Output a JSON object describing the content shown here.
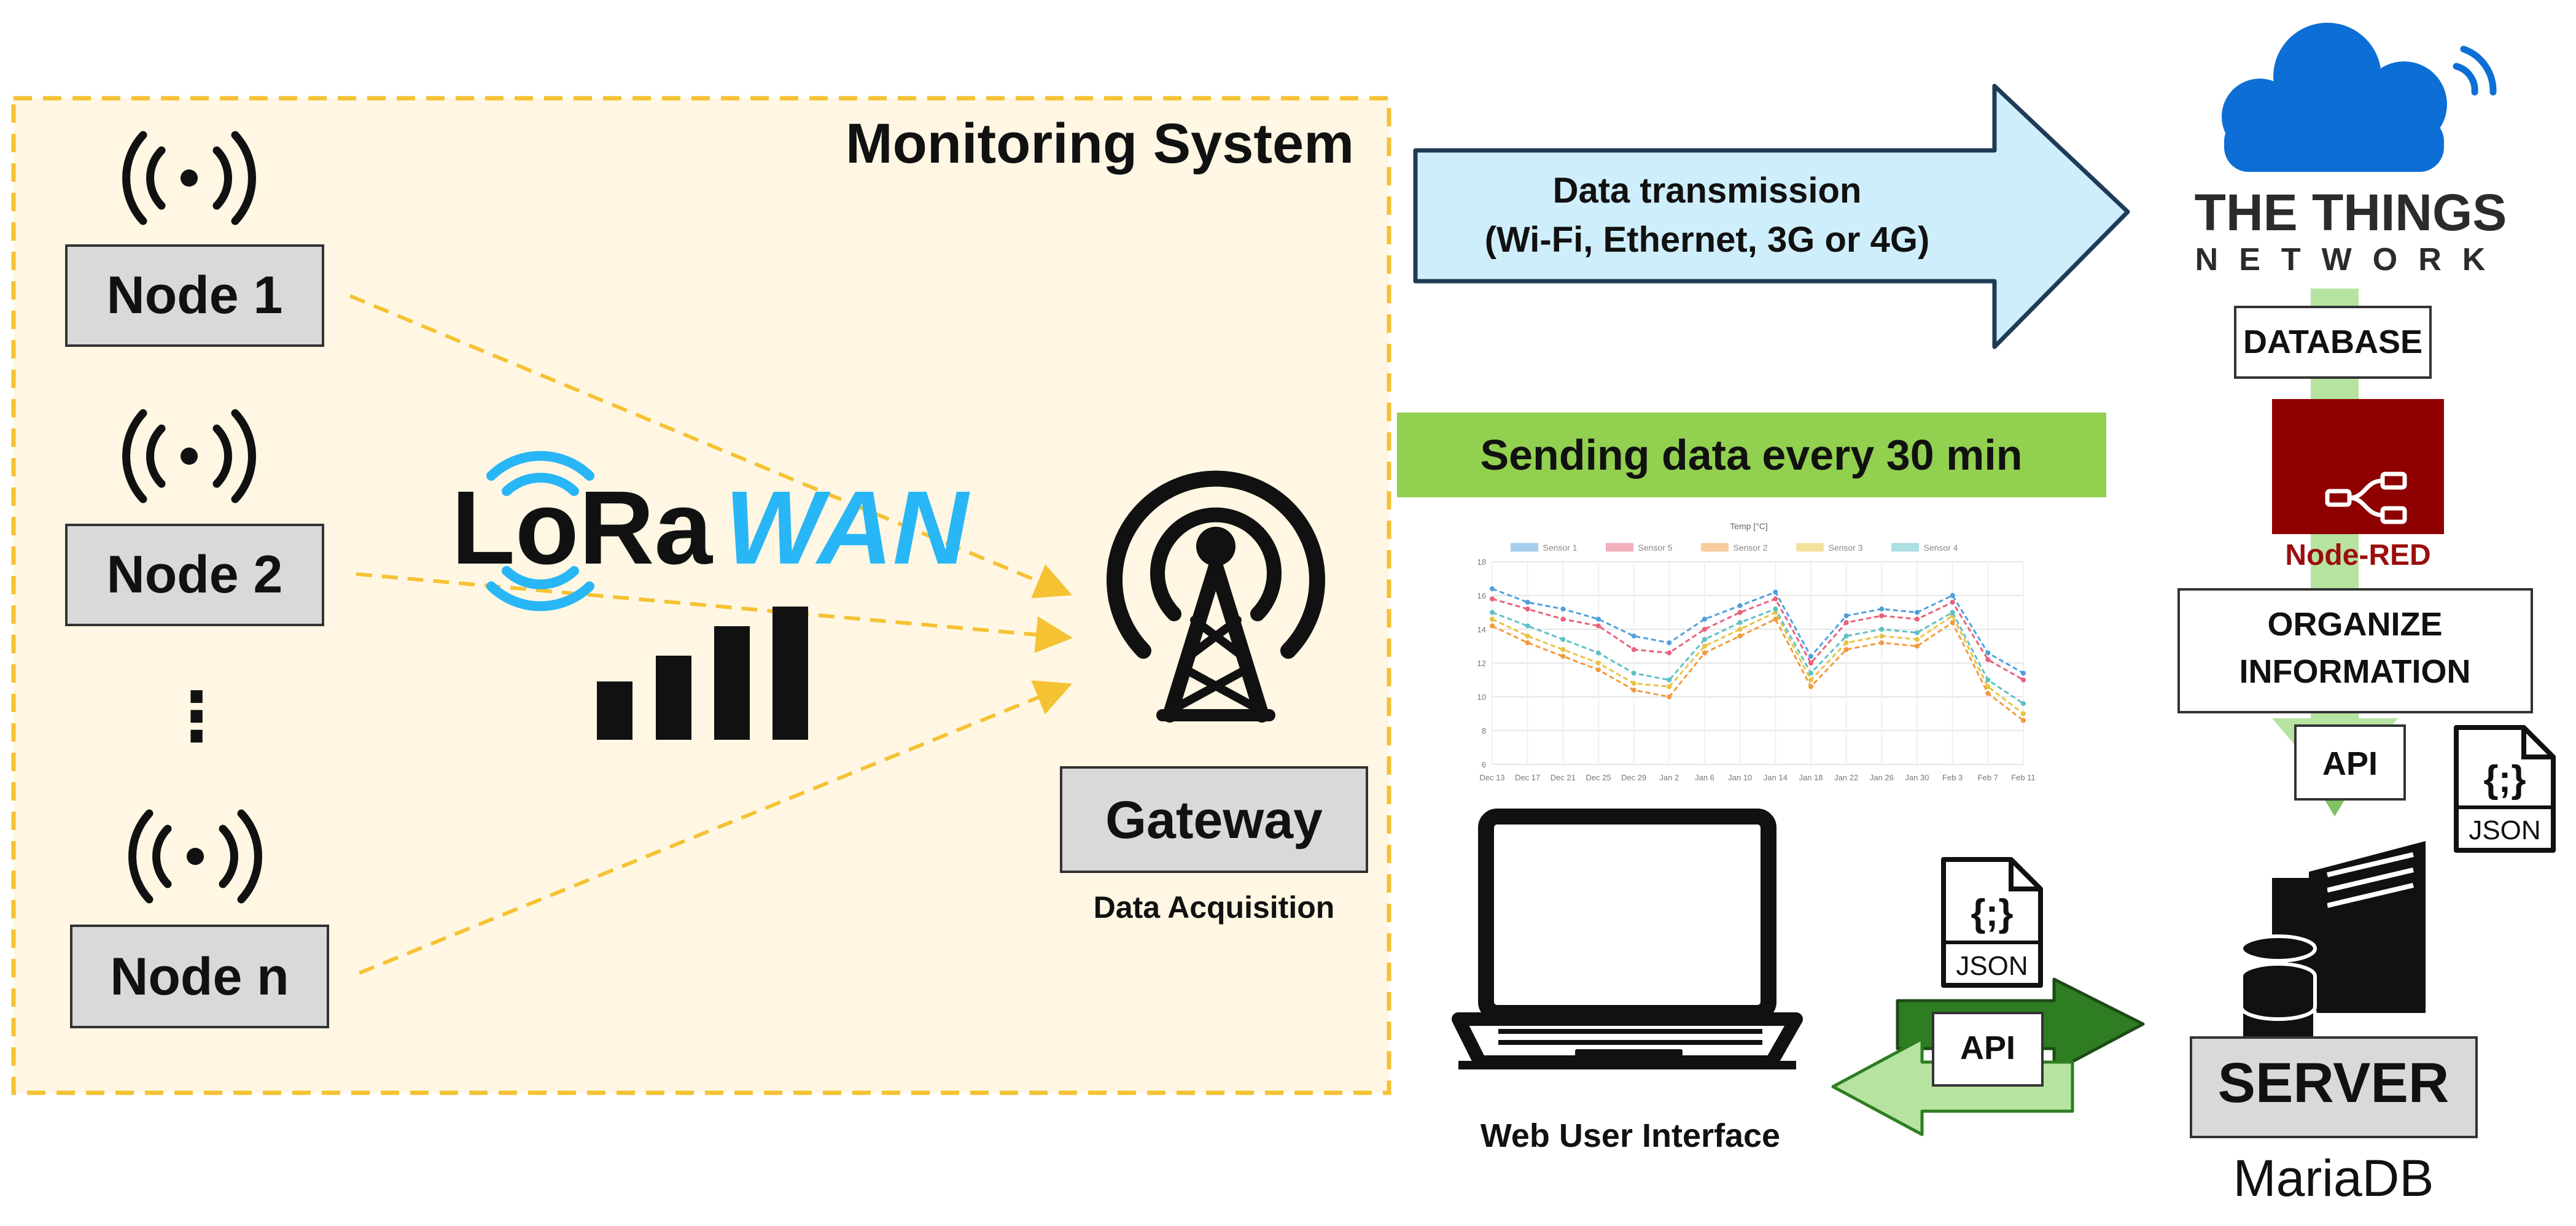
{
  "monitoring": {
    "title": "Monitoring System",
    "nodes": [
      {
        "label": "Node 1"
      },
      {
        "label": "Node 2"
      },
      {
        "label": "Node n"
      }
    ],
    "ellipsis": "⋮",
    "lorawan": {
      "part1": "LoRa",
      "part2": "WAN"
    },
    "gateway": {
      "label": "Gateway",
      "caption": "Data Acquisition"
    }
  },
  "transmission": {
    "line1": "Data transmission",
    "line2": "(Wi-Fi, Ethernet, 3G or 4G)"
  },
  "sending_banner": "Sending data every 30 min",
  "ttn": {
    "line1": "THE THINGS",
    "line2": "NETWORK"
  },
  "pipeline": {
    "database": "DATABASE",
    "nodered": "Node-RED",
    "organize_line1": "ORGANIZE",
    "organize_line2": "INFORMATION",
    "api": "API"
  },
  "json_icon": {
    "glyph": "{;}",
    "label": "JSON"
  },
  "server": {
    "label": "SERVER",
    "caption": "MariaDB"
  },
  "web_ui": {
    "caption": "Web User Interface",
    "api": "API"
  },
  "colors": {
    "panel_fill": "#fff7e3",
    "panel_border": "#f5c233",
    "box_fill": "#d9d9d9",
    "arrow_fill": "#cfeefb",
    "arrow_stroke": "#1f3b57",
    "banner_fill": "#92d050",
    "nodered_fill": "#8f0000",
    "nodered_text": "#9b0e0e",
    "ttn_blue": "#0d6fd5",
    "lora_blue": "#29b6f6",
    "pipe_green": "#b7e3a1",
    "dark_green": "#2e7d22"
  },
  "chart_data": {
    "type": "line",
    "title": "Temp [°C]",
    "legend": [
      "Sensor 1",
      "Sensor 5",
      "Sensor 2",
      "Sensor 3",
      "Sensor 4"
    ],
    "x": [
      "Dec 13",
      "Dec 17",
      "Dec 21",
      "Dec 25",
      "Dec 29",
      "Jan 2",
      "Jan 6",
      "Jan 10",
      "Jan 14",
      "Jan 18",
      "Jan 22",
      "Jan 26",
      "Jan 30",
      "Feb 3",
      "Feb 7",
      "Feb 11"
    ],
    "ylim": [
      6,
      18
    ],
    "yticks": [
      6,
      8,
      10,
      12,
      14,
      16,
      18
    ],
    "series": [
      {
        "name": "Sensor 1",
        "color": "#4e9fde",
        "values": [
          16.4,
          15.6,
          15.2,
          14.6,
          13.6,
          13.2,
          14.6,
          15.4,
          16.2,
          12.4,
          14.8,
          15.2,
          15.0,
          16.0,
          12.6,
          11.4
        ]
      },
      {
        "name": "Sensor 5",
        "color": "#e8607a",
        "values": [
          15.8,
          15.2,
          14.6,
          14.2,
          12.8,
          12.6,
          14.0,
          15.0,
          15.8,
          12.0,
          14.4,
          14.8,
          14.6,
          15.6,
          12.2,
          11.0
        ]
      },
      {
        "name": "Sensor 2",
        "color": "#f29a3c",
        "values": [
          14.2,
          13.2,
          12.4,
          11.6,
          10.4,
          10.0,
          12.6,
          13.6,
          14.6,
          10.6,
          12.8,
          13.2,
          13.0,
          14.4,
          10.2,
          8.6
        ]
      },
      {
        "name": "Sensor 3",
        "color": "#e8c341",
        "values": [
          14.6,
          13.6,
          12.8,
          12.0,
          10.8,
          10.6,
          13.0,
          14.0,
          15.0,
          11.0,
          13.2,
          13.6,
          13.4,
          14.8,
          10.6,
          9.0
        ]
      },
      {
        "name": "Sensor 4",
        "color": "#5cc0c7",
        "values": [
          15.0,
          14.2,
          13.4,
          12.6,
          11.4,
          11.0,
          13.4,
          14.4,
          15.2,
          11.4,
          13.6,
          14.0,
          13.8,
          15.0,
          11.0,
          9.6
        ]
      }
    ]
  }
}
